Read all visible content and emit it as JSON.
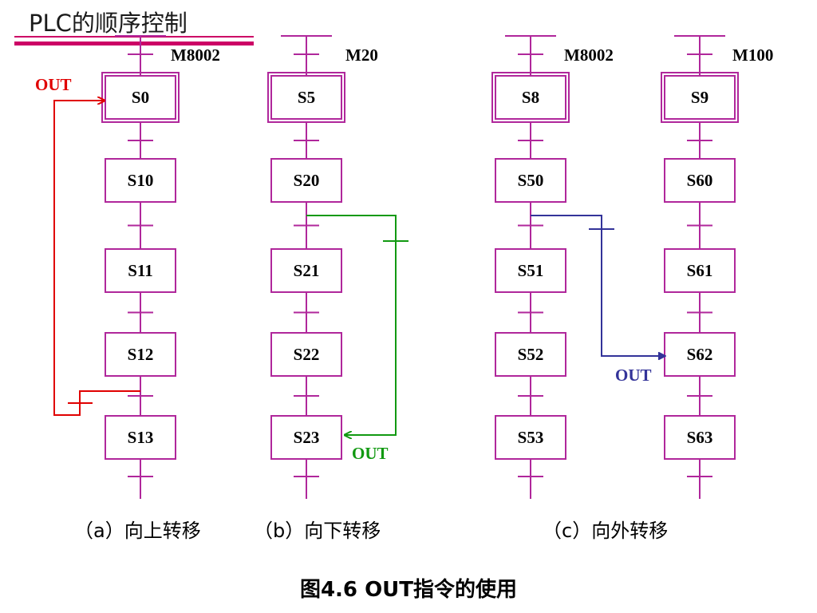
{
  "page_title": "PLC的顺序控制",
  "colors": {
    "accent": "#cc0066",
    "step_border": "#b0279b",
    "out_a": "#e00000",
    "out_b": "#119911",
    "out_c": "#333399"
  },
  "columns": [
    {
      "init_label": "M8002",
      "steps": [
        "S0",
        "S10",
        "S11",
        "S12",
        "S13"
      ]
    },
    {
      "init_label": "M20",
      "steps": [
        "S5",
        "S20",
        "S21",
        "S22",
        "S23"
      ]
    },
    {
      "init_label": "M8002",
      "steps": [
        "S8",
        "S50",
        "S51",
        "S52",
        "S53"
      ]
    },
    {
      "init_label": "M100",
      "steps": [
        "S9",
        "S60",
        "S61",
        "S62",
        "S63"
      ]
    }
  ],
  "out_labels": {
    "a": "OUT",
    "b": "OUT",
    "c": "OUT"
  },
  "captions": {
    "a": "（a）向上转移",
    "b": "（b）向下转移",
    "c": "（c）向外转移"
  },
  "figure_caption": "图4.6 OUT指令的使用"
}
